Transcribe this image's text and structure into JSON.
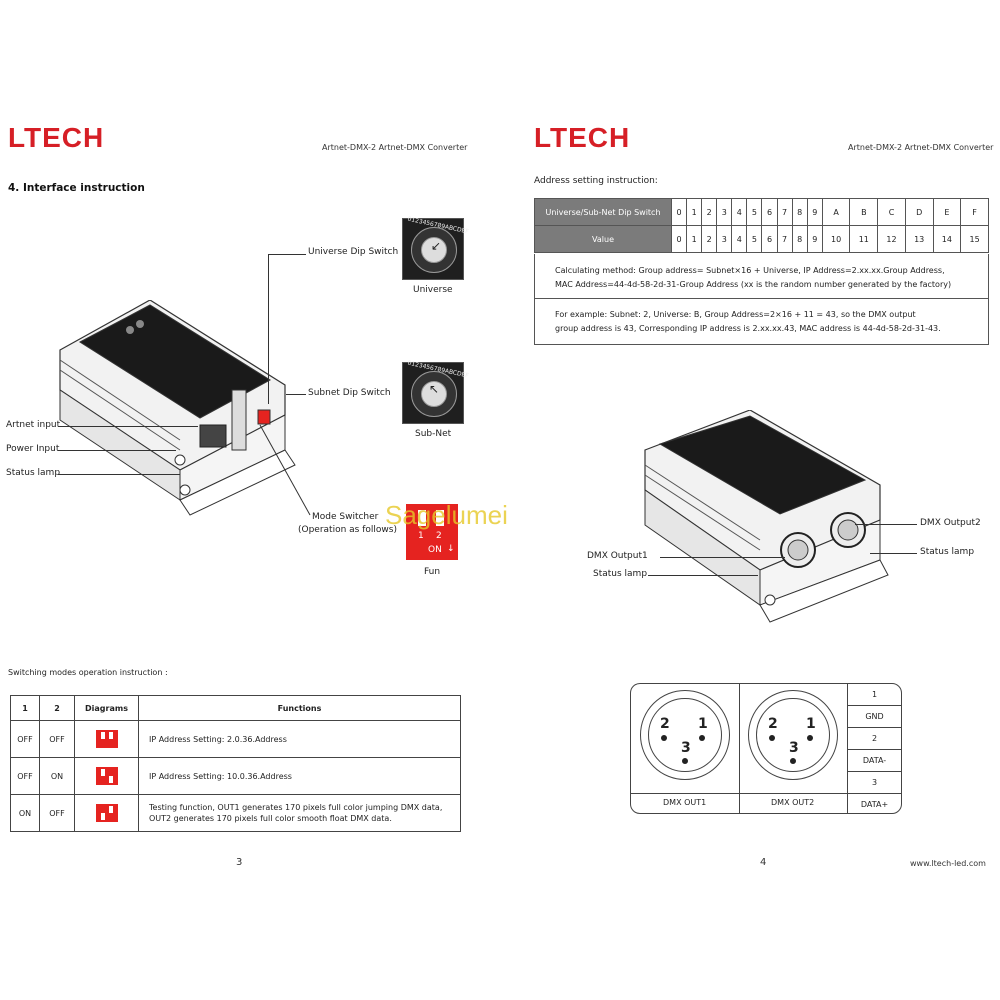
{
  "header": {
    "brand_left": "LTECH",
    "brand_right": "LTECH",
    "title_left": "Artnet-DMX-2 Artnet-DMX Converter",
    "title_right": "Artnet-DMX-2 Artnet-DMX Converter"
  },
  "left_page": {
    "section_title": "4.  Interface instruction",
    "labels": {
      "universe_dip": "Universe Dip Switch",
      "subnet_dip": "Subnet Dip Switch",
      "artnet_input": "Artnet input",
      "power_input": "Power Input",
      "status_lamp": "Status lamp",
      "mode_switcher_1": "Mode Switcher",
      "mode_switcher_2": "(Operation as follows)",
      "universe": "Universe",
      "subnet": "Sub-Net",
      "fun": "Fun",
      "dial_digits": "0123456789ABCDEF",
      "fun_num1": "1",
      "fun_num2": "2",
      "fun_on": "ON"
    },
    "modes_title": "Switching modes operation instruction :",
    "modes_table": {
      "headers": [
        "1",
        "2",
        "Diagrams",
        "Functions"
      ],
      "rows": [
        {
          "s1": "OFF",
          "s2": "OFF",
          "func": "IP Address Setting: 2.0.36.Address"
        },
        {
          "s1": "OFF",
          "s2": "ON",
          "func": "IP Address Setting: 10.0.36.Address"
        },
        {
          "s1": "ON",
          "s2": "OFF",
          "func_line1": "Testing function, OUT1 generates  170 pixels full color jumping DMX data,",
          "func_line2": "OUT2 generates 170 pixels full color smooth float DMX data."
        }
      ]
    },
    "page_number": "3"
  },
  "right_page": {
    "address_title": "Address setting instruction:",
    "address_table": {
      "row1_label": "Universe/Sub-Net Dip Switch",
      "row1_values": [
        "0",
        "1",
        "2",
        "3",
        "4",
        "5",
        "6",
        "7",
        "8",
        "9",
        "A",
        "B",
        "C",
        "D",
        "E",
        "F"
      ],
      "row2_label": "Value",
      "row2_values": [
        "0",
        "1",
        "2",
        "3",
        "4",
        "5",
        "6",
        "7",
        "8",
        "9",
        "10",
        "11",
        "12",
        "13",
        "14",
        "15"
      ],
      "calc_line1": "Calculating method: Group address= Subnet×16 + Universe, IP Address=2.xx.xx.Group Address,",
      "calc_line2": "MAC Address=44-4d-58-2d-31-Group Address (xx is the random number generated by the factory)",
      "example_line1": "For example: Subnet: 2, Universe: B, Group Address=2×16 + 11 = 43, so the DMX output",
      "example_line2": "group address is 43, Corresponding IP address is 2.xx.xx.43, MAC address is 44-4d-58-2d-31-43."
    },
    "labels": {
      "dmx_output2": "DMX Output2",
      "status_lamp_right": "Status lamp",
      "dmx_output1": "DMX Output1",
      "status_lamp_left": "Status lamp"
    },
    "xlr": {
      "out1": "DMX OUT1",
      "out2": "DMX OUT2",
      "pin1": "1",
      "pin2": "2",
      "pin3": "3",
      "legend": [
        "1",
        "GND",
        "2",
        "DATA-",
        "3",
        "DATA+"
      ]
    },
    "page_number": "4",
    "website": "www.ltech-led.com"
  },
  "watermark": "Sagelumei",
  "colors": {
    "brand_red": "#d61f26",
    "switch_red": "#e52320",
    "header_gray": "#7b7b7b"
  }
}
